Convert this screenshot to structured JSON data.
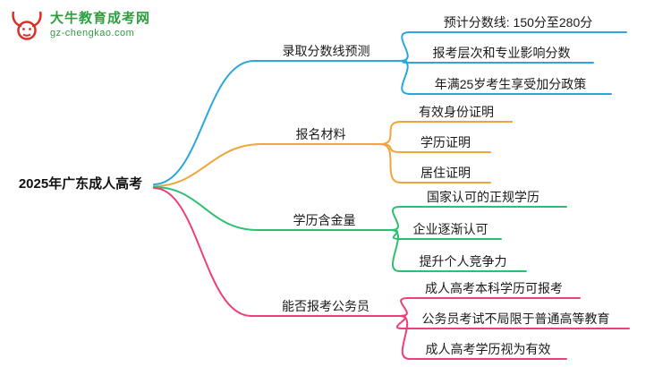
{
  "site": {
    "logo_title": "大牛教育成考网",
    "logo_subtitle": "gz-chengkao.com",
    "brand_green": "#2e9e3f",
    "brand_red": "#d93025"
  },
  "mindmap": {
    "root": {
      "label": "2025年广东成人高考"
    },
    "branches": [
      {
        "label": "录取分数线预测",
        "color": "#2ba7dc",
        "children": [
          {
            "label": "预计分数线: 150分至280分"
          },
          {
            "label": "报考层次和专业影响分数"
          },
          {
            "label": "年满25岁考生享受加分政策"
          }
        ]
      },
      {
        "label": "报名材料",
        "color": "#f1a33c",
        "children": [
          {
            "label": "有效身份证明"
          },
          {
            "label": "学历证明"
          },
          {
            "label": "居住证明"
          }
        ]
      },
      {
        "label": "学历含金量",
        "color": "#2fbf70",
        "children": [
          {
            "label": "国家认可的正规学历"
          },
          {
            "label": "企业逐渐认可"
          },
          {
            "label": "提升个人竞争力"
          }
        ]
      },
      {
        "label": "能否报考公务员",
        "color": "#ee3e7c",
        "children": [
          {
            "label": "成人高考本科学历可报考"
          },
          {
            "label": "公务员考试不局限于普通高等教育"
          },
          {
            "label": "成人高考学历视为有效"
          }
        ]
      }
    ]
  }
}
